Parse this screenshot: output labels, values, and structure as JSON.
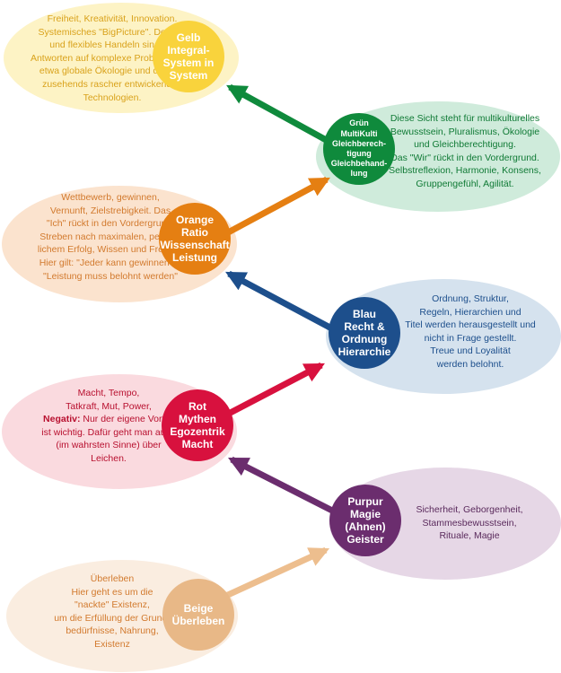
{
  "stages": [
    {
      "id": "beige",
      "circle_lines": [
        "Beige",
        "Überleben"
      ],
      "description_lines": [
        "Überleben",
        "Hier geht es um die",
        "\"nackte\" Existenz,",
        "um die Erfüllung der Grund-",
        "bedürfnisse, Nahrung,",
        "Existenz"
      ],
      "circle_color": "#E8B887",
      "ellipse_color": "#FAEDE0",
      "text_color": "#D27A2E"
    },
    {
      "id": "purpur",
      "circle_lines": [
        "Purpur",
        "Magie",
        "(Ahnen)",
        "Geister"
      ],
      "description_lines": [
        "Sicherheit, Geborgenheit,",
        "Stammesbewusstsein,",
        "Rituale, Magie"
      ],
      "circle_color": "#6B2D6E",
      "ellipse_color": "#E6D7E6",
      "text_color": "#5A2A5C"
    },
    {
      "id": "rot",
      "circle_lines": [
        "Rot",
        "Mythen",
        "Egozentrik",
        "Macht"
      ],
      "description_lines": [
        "Macht, Tempo,",
        "Tatkraft, Mut, Power,"
      ],
      "description_negativ_label": "Negativ:",
      "description_negativ_text": " Nur der eigene Vorteil",
      "description_lines_after": [
        "ist wichtig. Dafür geht man auch",
        "(im wahrsten Sinne) über",
        "Leichen."
      ],
      "circle_color": "#D8113E",
      "ellipse_color": "#FADADF",
      "text_color": "#B8102F"
    },
    {
      "id": "blau",
      "circle_lines": [
        "Blau",
        "Recht &",
        "Ordnung",
        "Hierarchie"
      ],
      "description_lines": [
        "Ordnung, Struktur,",
        "Regeln, Hierarchien und",
        "Titel werden herausgestellt und",
        "nicht in Frage gestellt.",
        "Treue und Loyalität",
        "werden belohnt."
      ],
      "circle_color": "#1D4F8C",
      "ellipse_color": "#D5E2EE",
      "text_color": "#1D4F8C"
    },
    {
      "id": "orange",
      "circle_lines": [
        "Orange",
        "Ratio",
        "Wissenschaft",
        "Leistung"
      ],
      "description_lines": [
        "Wettbewerb, gewinnen,",
        "Vernunft, Zielstrebigkeit. Das",
        "\"Ich\" rückt in den Vordergrund.",
        "Streben nach maximalen, persön-",
        "lichem Erfolg, Wissen und Freiheit.",
        "Hier gilt: \"Jeder kann gewinnen\" &",
        "\"Leistung muss belohnt werden\""
      ],
      "circle_color": "#E57F12",
      "ellipse_color": "#FBE3CE",
      "text_color": "#D27A2E"
    },
    {
      "id": "gruen",
      "circle_lines": [
        "Grün",
        "MultiKulti",
        "Gleichberech-",
        "tigung",
        "Gleichbehand-",
        "lung"
      ],
      "description_lines": [
        "Diese Sicht steht für multikulturelles",
        "Bewusstsein, Pluralismus, Ökologie",
        "und Gleichberechtigung.",
        "Das \"Wir\" rückt in den Vordergrund.",
        "Selbstreflexion, Harmonie, Konsens,",
        "Gruppengefühl, Agilität."
      ],
      "circle_color": "#0F8A3C",
      "ellipse_color": "#CFEBDB",
      "text_color": "#0F7A35"
    },
    {
      "id": "gelb",
      "circle_lines": [
        "Gelb",
        "Integral-",
        "System in",
        "System"
      ],
      "description_lines": [
        "Freiheit, Kreativität, Innovation.",
        "Systemisches \"BigPicture\". Denken",
        "und flexibles Handeln sind die",
        "Antworten auf komplexe Probleme, wie",
        "etwa globale Ökologie und die sich",
        "zusehends rascher entwickenden",
        "Technologien."
      ],
      "circle_color": "#F9D33C",
      "ellipse_color": "#FDF3C5",
      "text_color": "#D9A21B"
    }
  ],
  "arrow_colors": {
    "beige_to_purpur": "#EDBE8E",
    "purpur_to_rot": "#6B2D6E",
    "rot_to_blau": "#D8113E",
    "blau_to_orange": "#1D4F8C",
    "orange_to_gruen": "#E57F12",
    "gruen_to_gelb": "#0F8A3C"
  }
}
